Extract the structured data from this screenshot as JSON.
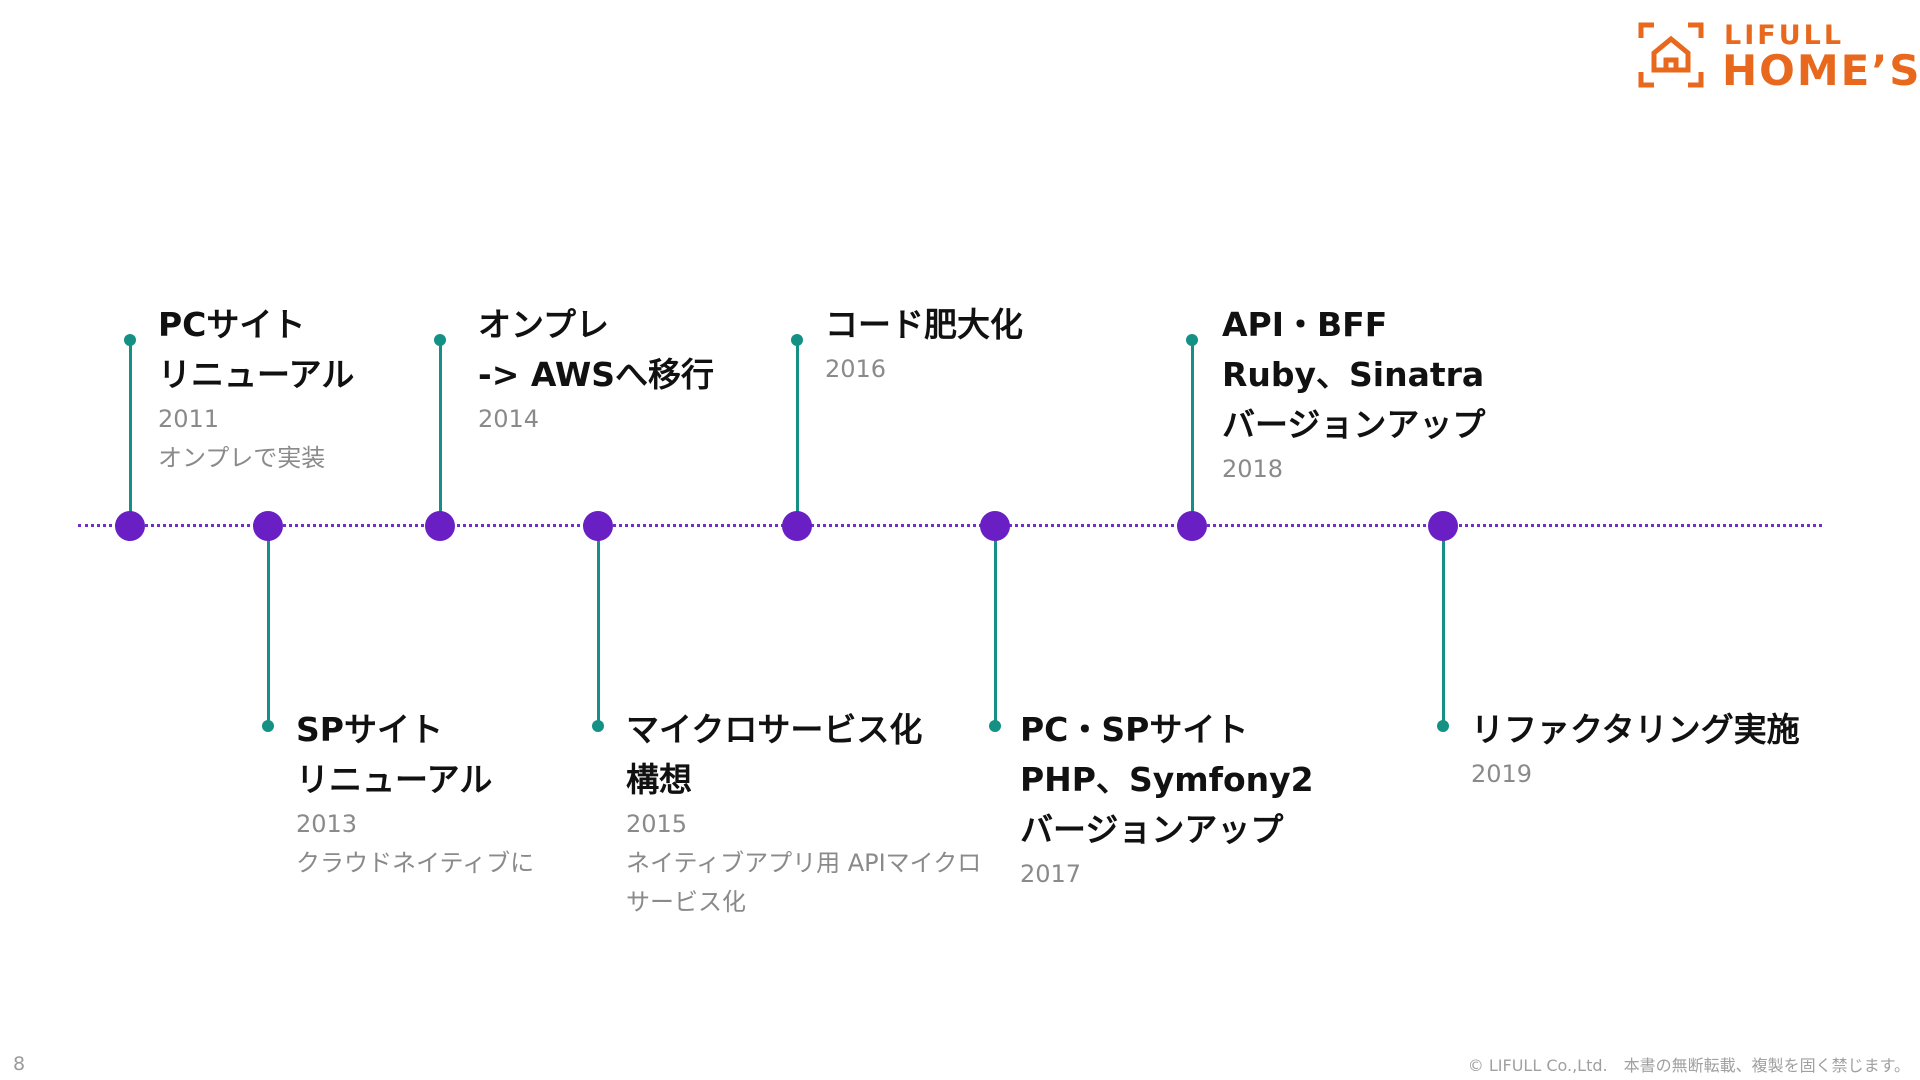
{
  "brand": {
    "line1": "LIFULL",
    "line2": "HOME’S",
    "color": "#e8691d"
  },
  "colors": {
    "node": "#6a1fc4",
    "stem": "#149184",
    "axis": "#6f2fc8",
    "title": "#111111",
    "sub": "#8a8a8a"
  },
  "timeline": [
    {
      "title": [
        "PCサイト",
        "リニューアル"
      ],
      "year": "2011",
      "note": [
        "オンプレで実装"
      ],
      "side": "up"
    },
    {
      "title": [
        "SPサイト",
        "リニューアル"
      ],
      "year": "2013",
      "note": [
        "クラウドネイティブに"
      ],
      "side": "down"
    },
    {
      "title": [
        "オンプレ",
        "-> AWSへ移行"
      ],
      "year": "2014",
      "note": [],
      "side": "up"
    },
    {
      "title": [
        "マイクロサービス化",
        "構想"
      ],
      "year": "2015",
      "note": [
        "ネイティブアプリ用 APIマイクロ",
        "サービス化"
      ],
      "side": "down"
    },
    {
      "title": [
        "コード肥大化"
      ],
      "year": "2016",
      "note": [],
      "side": "up"
    },
    {
      "title": [
        "PC・SPサイト",
        "PHP、Symfony2",
        "バージョンアップ"
      ],
      "year": "2017",
      "note": [],
      "side": "down"
    },
    {
      "title": [
        "API・BFF",
        "Ruby、Sinatra",
        "バージョンアップ"
      ],
      "year": "2018",
      "note": [],
      "side": "up"
    },
    {
      "title": [
        "リファクタリング実施"
      ],
      "year": "2019",
      "note": [],
      "side": "down"
    }
  ],
  "page_number": "8",
  "footer": "© LIFULL Co.,Ltd.　本書の無断転載、複製を固く禁じます。"
}
